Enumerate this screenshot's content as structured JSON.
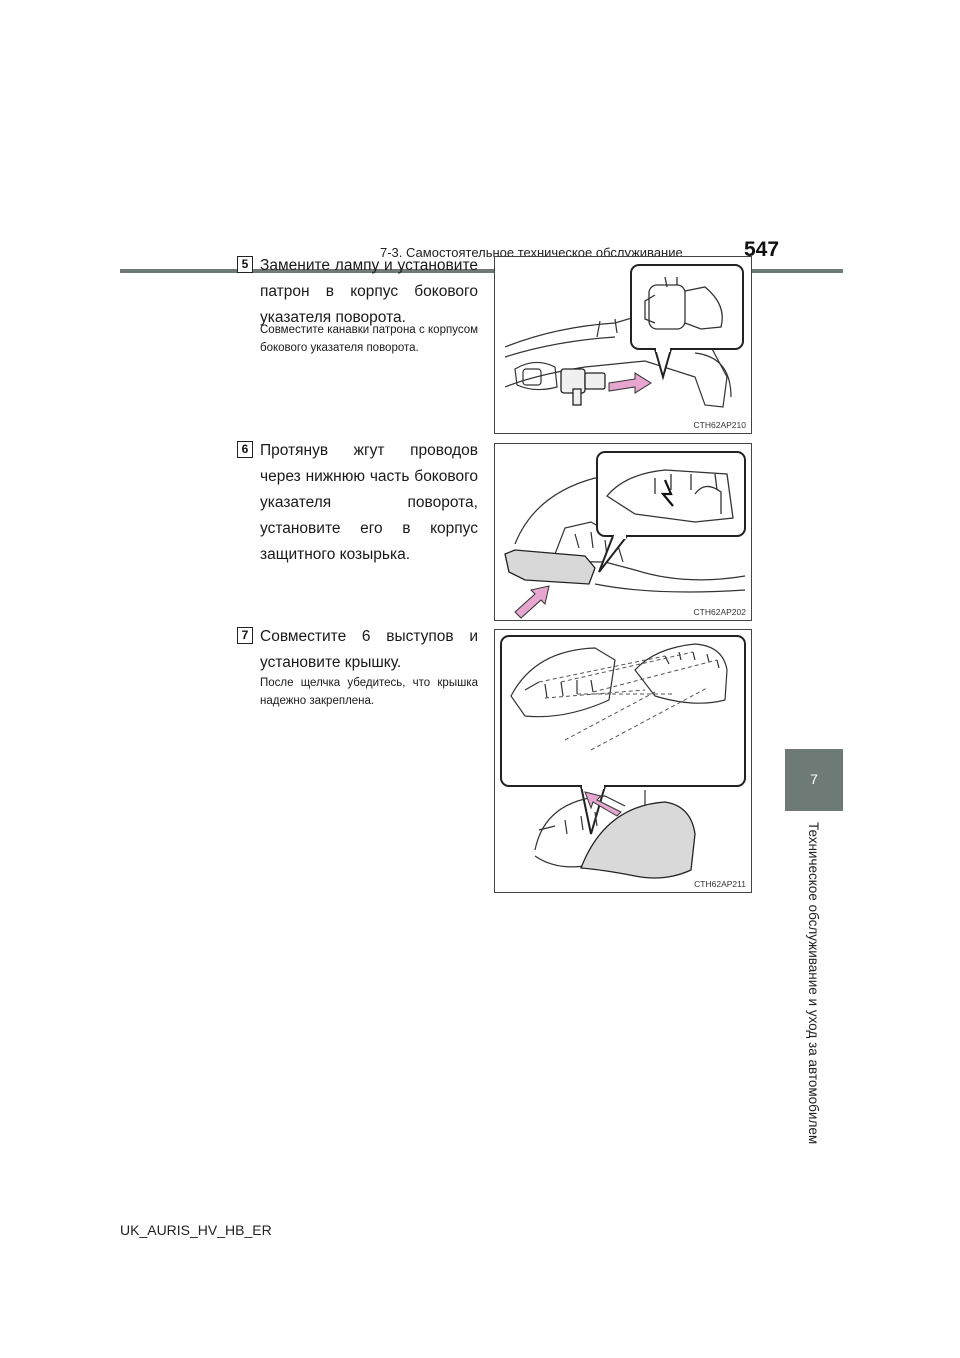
{
  "header": {
    "section_title": "7-3. Самостоятельное техническое обслуживание",
    "page_number": "547"
  },
  "side_tab": {
    "chapter_number": "7",
    "chapter_title": "Техническое обслуживание и уход за автомобилем"
  },
  "steps": [
    {
      "number": "5",
      "main": "Замените лампу и установите патрон в корпус бокового указателя поворота.",
      "sub": "Совместите канавки патрона с корпусом бокового указателя поворота.",
      "figure_code": "CTH62AP210"
    },
    {
      "number": "6",
      "main": "Протянув жгут проводов через нижнюю часть бокового указателя поворота, установите его в корпус защитного козырька.",
      "sub": "",
      "figure_code": "CTH62AP202"
    },
    {
      "number": "7",
      "main": "Совместите 6 выступов и установите крышку.",
      "sub": "После щелчка убедитесь, что крышка надежно закреплена.",
      "figure_code": "CTH62AP211"
    }
  ],
  "footer": {
    "doc_code": "UK_AURIS_HV_HB_ER"
  },
  "colors": {
    "accent_gray": "#6e7a76",
    "arrow_pink": "#e6a6cf"
  }
}
